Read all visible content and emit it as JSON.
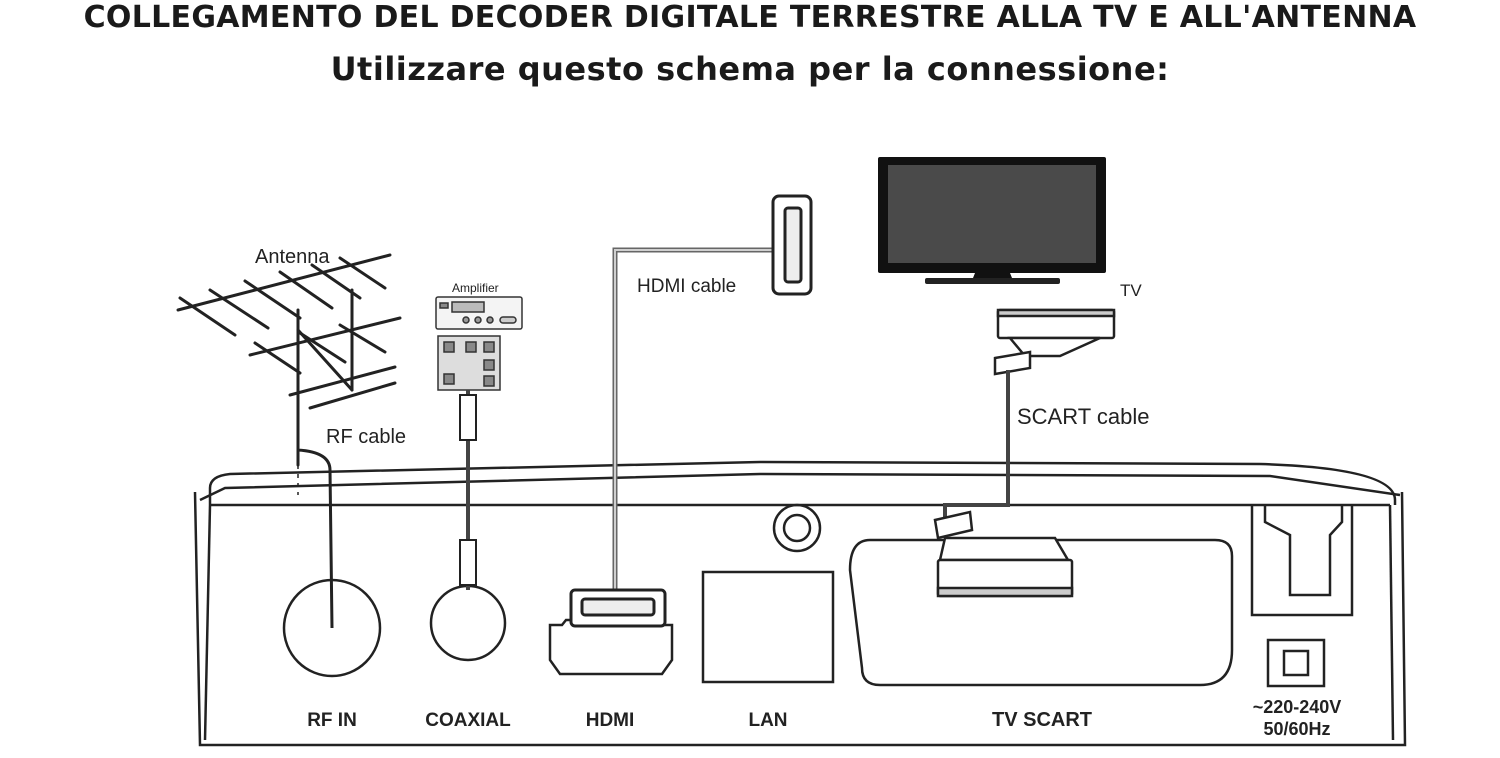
{
  "heading": {
    "title": "COLLEGAMENTO DEL DECODER DIGITALE TERRESTRE ALLA TV E ALL'ANTENNA",
    "subtitle": "Utilizzare questo schema per la connessione:"
  },
  "devices": {
    "antenna": "Antenna",
    "amplifier": "Amplifier",
    "tv": "TV"
  },
  "cables": {
    "rf": "RF cable",
    "hdmi": "HDMI cable",
    "scart": "SCART cable"
  },
  "ports": {
    "rf_in": "RF IN",
    "coaxial": "COAXIAL",
    "hdmi": "HDMI",
    "lan": "LAN",
    "tv_scart": "TV SCART",
    "power_line1": "~220-240V",
    "power_line2": "50/60Hz"
  },
  "colors": {
    "line": "#222222",
    "cable": "#555555",
    "tv_screen": "#4a4a4a"
  }
}
